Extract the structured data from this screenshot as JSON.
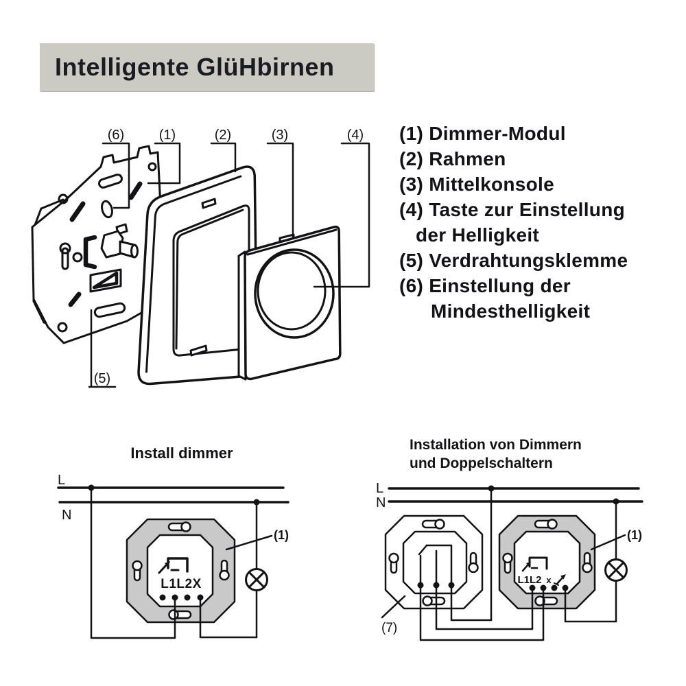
{
  "title": "Intelligente GlüHbirnen",
  "legend": {
    "items": [
      {
        "text": "(1) Dimmer-Modul",
        "indent": 0
      },
      {
        "text": "(2) Rahmen",
        "indent": 0
      },
      {
        "text": "(3) Mittelkonsole",
        "indent": 0
      },
      {
        "text": "(4) Taste zur Einstellung",
        "indent": 0
      },
      {
        "text": "der Helligkeit",
        "indent": 1
      },
      {
        "text": "(5) Verdrahtungsklemme",
        "indent": 0
      },
      {
        "text": "(6) Einstellung der",
        "indent": 0
      },
      {
        "text": "Mindesthelligkeit",
        "indent": 2
      }
    ]
  },
  "exploded": {
    "callouts": {
      "c6": "(6)",
      "c1": "(1)",
      "c2": "(2)",
      "c3": "(3)",
      "c4": "(4)",
      "c5": "(5)"
    }
  },
  "install_dimmer": {
    "title": "Install dimmer",
    "line_live": "L",
    "line_neutral": "N",
    "terminals": "L1L2X",
    "callout_module": "(1)"
  },
  "dual_install": {
    "title_line1": "Installation von Dimmern",
    "title_line2": "und Doppelschaltern",
    "line_live": "L",
    "line_neutral": "N",
    "terminals": "L1L2",
    "terminal_x": "x",
    "callout_module": "(1)",
    "callout_switch": "(7)"
  },
  "icons": {
    "lamp": "circle-with-x lamp symbol",
    "junction": "filled junction dot",
    "keyhole": "mounting keyhole slot",
    "dimmer_symbol": "dimmer relay glyph with arrow",
    "switch_symbol": "two-way switch glyph",
    "dimmer_arrow": "slanted dimming arrow"
  },
  "colors": {
    "banner_bg": "#cbcbc4",
    "plate_gray": "#c9c9c9",
    "ink": "#131316"
  }
}
